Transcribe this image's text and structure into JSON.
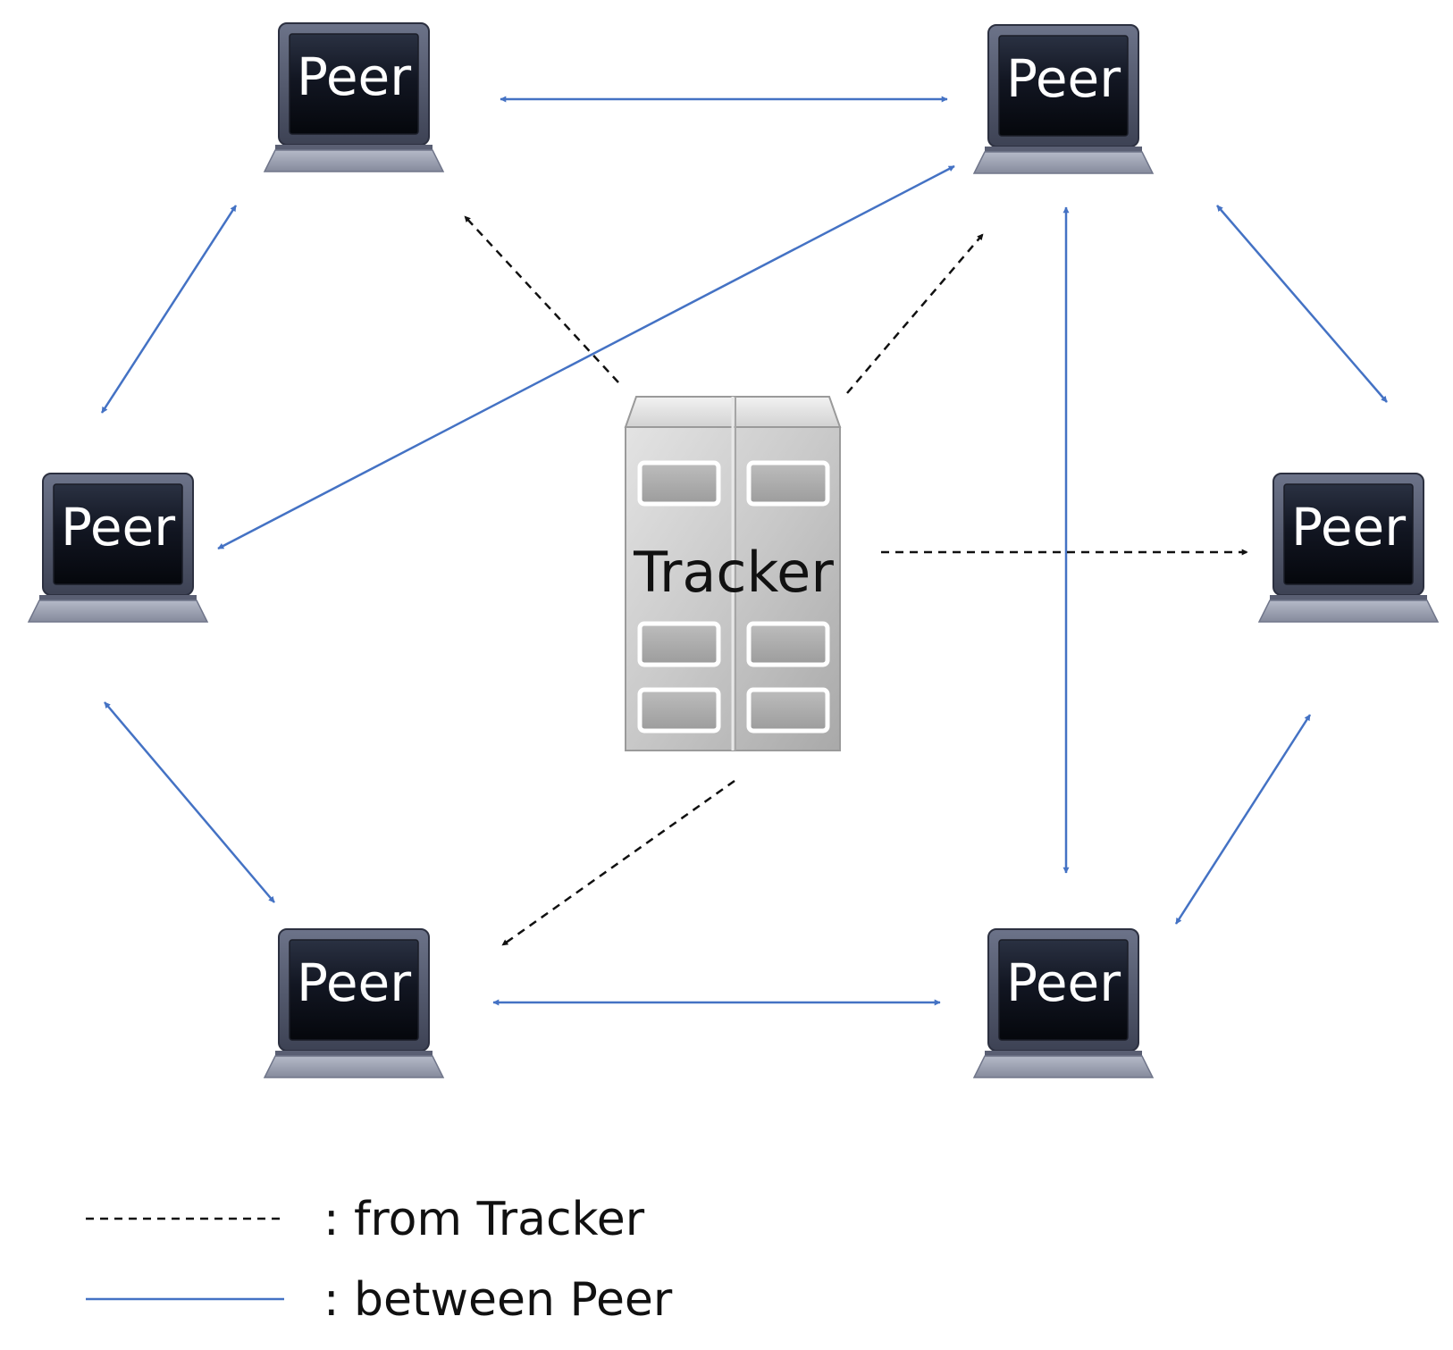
{
  "diagram": {
    "type": "p2p-tracker-topology",
    "tracker": {
      "label": "Tracker"
    },
    "peers": [
      {
        "id": "peer-top-left",
        "label": "Peer"
      },
      {
        "id": "peer-top-right",
        "label": "Peer"
      },
      {
        "id": "peer-mid-left",
        "label": "Peer"
      },
      {
        "id": "peer-mid-right",
        "label": "Peer"
      },
      {
        "id": "peer-bottom-left",
        "label": "Peer"
      },
      {
        "id": "peer-bottom-right",
        "label": "Peer"
      }
    ],
    "tracker_links": [
      {
        "from": "tracker",
        "to": "peer-top-left"
      },
      {
        "from": "tracker",
        "to": "peer-top-right"
      },
      {
        "from": "tracker",
        "to": "peer-mid-right"
      },
      {
        "from": "tracker",
        "to": "peer-bottom-left"
      }
    ],
    "peer_links": [
      {
        "a": "peer-top-left",
        "b": "peer-top-right"
      },
      {
        "a": "peer-top-left",
        "b": "peer-mid-left"
      },
      {
        "a": "peer-mid-left",
        "b": "peer-top-right"
      },
      {
        "a": "peer-top-right",
        "b": "peer-mid-right"
      },
      {
        "a": "peer-top-right",
        "b": "peer-bottom-right"
      },
      {
        "a": "peer-mid-left",
        "b": "peer-bottom-left"
      },
      {
        "a": "peer-bottom-left",
        "b": "peer-bottom-right"
      },
      {
        "a": "peer-mid-right",
        "b": "peer-bottom-right"
      }
    ]
  },
  "legend": {
    "tracker_label": ": from Tracker",
    "peer_label": ": between Peer"
  },
  "colors": {
    "peer_link": "#4472c4",
    "tracker_link": "#111111",
    "laptop_screen": "#0f121a",
    "laptop_frame": "#4a4f63",
    "laptop_base": "#9aa0b2",
    "server_body": "#c4c4c4"
  },
  "icons": {
    "peer": "laptop-icon",
    "tracker": "server-icon"
  }
}
